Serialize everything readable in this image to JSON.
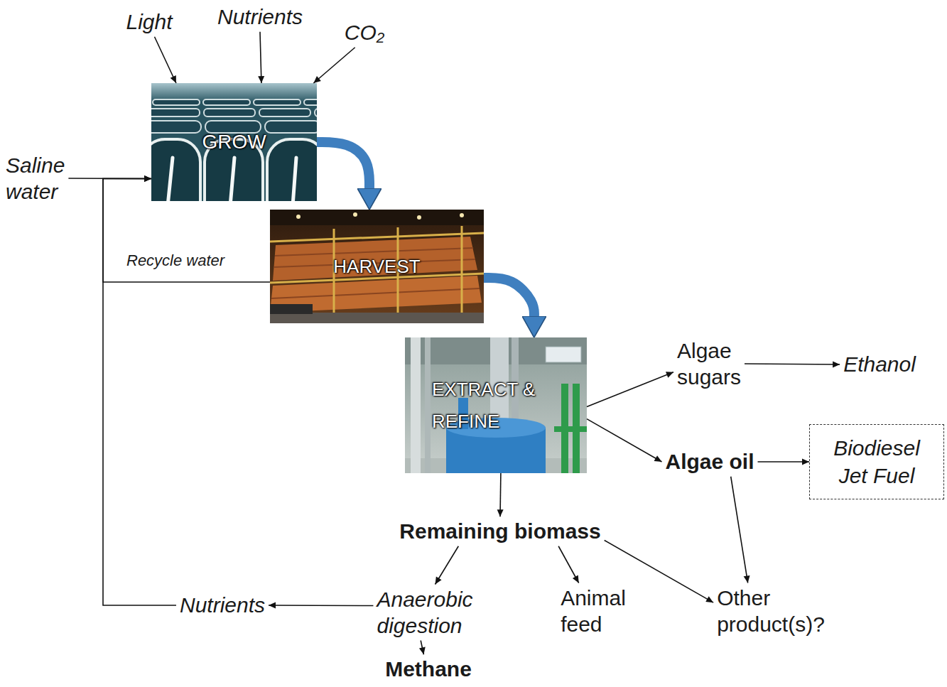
{
  "diagram": {
    "nodes": [
      {
        "text": [
          "Light"
        ]
      },
      {
        "text": [
          "Nutrients"
        ]
      },
      {
        "text": [
          "CO₂"
        ]
      },
      {
        "text": [
          "Saline water"
        ]
      },
      {
        "text": [
          "GROW"
        ]
      },
      {
        "text": [
          "HARVEST"
        ]
      },
      {
        "text": [
          "EXTRACT & REFINE"
        ]
      },
      {
        "text": [
          "Algae sugars"
        ]
      },
      {
        "text": [
          "Ethanol"
        ]
      },
      {
        "text": [
          "Algae oil"
        ]
      },
      {
        "text": [
          "Biodiesel",
          "Jet Fuel"
        ]
      },
      {
        "text": [
          "Remaining biomass"
        ]
      },
      {
        "text": [
          "Anaerobic digestion"
        ]
      },
      {
        "text": [
          "Animal feed"
        ]
      },
      {
        "text": [
          "Other product(s)?"
        ]
      },
      {
        "text": [
          "Nutrients"
        ]
      },
      {
        "text": [
          "Methane"
        ]
      }
    ],
    "edges": [
      {
        "from": 0,
        "to": 4,
        "arrow": "to"
      },
      {
        "from": 1,
        "to": 4,
        "arrow": "to"
      },
      {
        "from": 2,
        "to": 4,
        "arrow": "to"
      },
      {
        "from": 3,
        "to": 4,
        "arrow": "to"
      },
      {
        "from": 4,
        "to": 5,
        "arrow": "to"
      },
      {
        "from": 5,
        "to": 6,
        "arrow": "to"
      },
      {
        "from": 5,
        "to": 4,
        "label": "Recycle water",
        "arrow": "to"
      },
      {
        "from": 15,
        "to": 4,
        "arrow": "to"
      },
      {
        "from": 6,
        "to": 7,
        "arrow": "to"
      },
      {
        "from": 6,
        "to": 9,
        "arrow": "to"
      },
      {
        "from": 7,
        "to": 8,
        "arrow": "to"
      },
      {
        "from": 9,
        "to": 10,
        "arrow": "to"
      },
      {
        "from": 9,
        "to": 14,
        "arrow": "to"
      },
      {
        "from": 6,
        "to": 11,
        "arrow": "to"
      },
      {
        "from": 11,
        "to": 12,
        "arrow": "to"
      },
      {
        "from": 11,
        "to": 13,
        "arrow": "to"
      },
      {
        "from": 11,
        "to": 14,
        "arrow": "to"
      },
      {
        "from": 12,
        "to": 15,
        "arrow": "to"
      },
      {
        "from": 12,
        "to": 16,
        "arrow": "to"
      }
    ]
  }
}
